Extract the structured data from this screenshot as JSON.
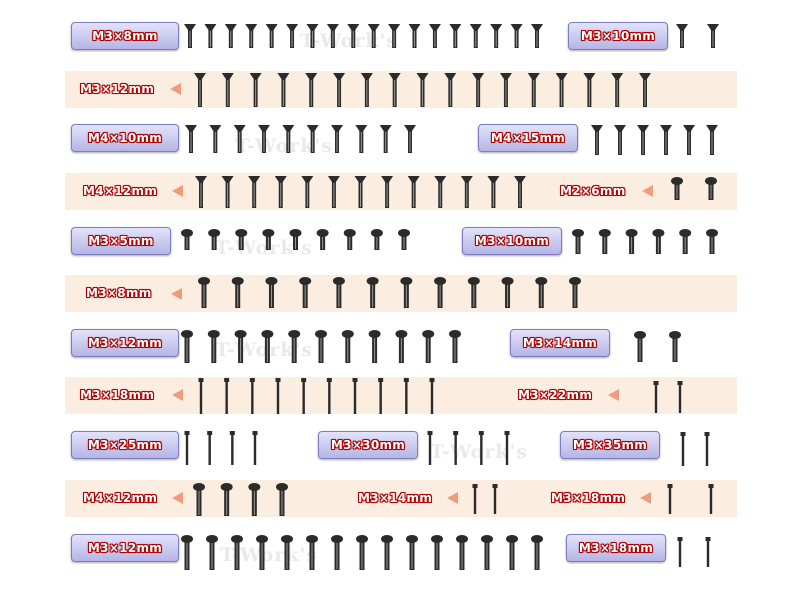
{
  "rows": [
    {
      "type": "badge",
      "labels": [
        "M3×8mm",
        "M3×10mm"
      ],
      "watermark": "T-Work's"
    },
    {
      "type": "band",
      "labels": [
        "M3×12mm"
      ]
    },
    {
      "type": "badge",
      "labels": [
        "M4×10mm",
        "M4×15mm"
      ],
      "watermark": "T-Work's"
    },
    {
      "type": "band",
      "labels": [
        "M4×12mm",
        "M2×6mm"
      ]
    },
    {
      "type": "badge",
      "labels": [
        "M3×5mm",
        "M3×10mm"
      ],
      "watermark": "T-Work's"
    },
    {
      "type": "band",
      "labels": [
        "M3×8mm"
      ]
    },
    {
      "type": "badge",
      "labels": [
        "M3×12mm",
        "M3×14mm"
      ],
      "watermark": "T-Work's"
    },
    {
      "type": "band",
      "labels": [
        "M3×18mm",
        "M3×22mm"
      ]
    },
    {
      "type": "badge",
      "labels": [
        "M3×25mm",
        "M3×30mm",
        "M3×35mm"
      ],
      "watermark": "T-Work's"
    },
    {
      "type": "band",
      "labels": [
        "M4×12mm",
        "M3×14mm",
        "M3×18mm"
      ]
    },
    {
      "type": "badge",
      "labels": [
        "M3×12mm",
        "M3×18mm"
      ],
      "watermark": "T-Work's"
    }
  ],
  "colors": {
    "band": "#fbeee0",
    "badge_top": "#e3e3fb",
    "badge_bottom": "#b5b5e6",
    "badge_border": "#7c7cc0",
    "text_outline": "#b00000",
    "arrow": "#ef9b7c",
    "screw": "#2b2b2b"
  }
}
